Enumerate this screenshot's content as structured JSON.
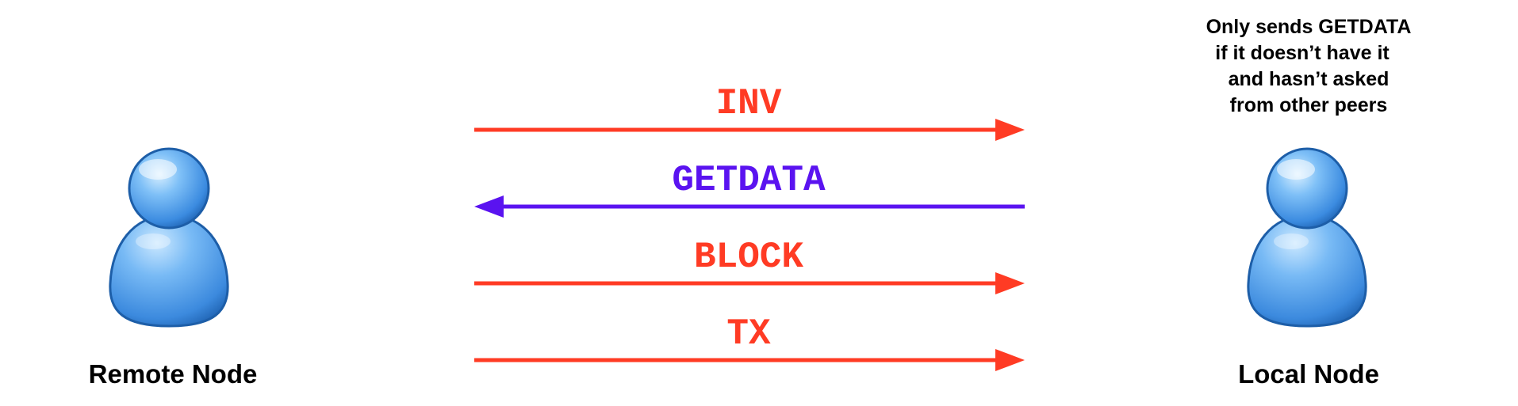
{
  "nodes": {
    "remote": {
      "label": "Remote Node",
      "icon": "user-icon"
    },
    "local": {
      "label": "Local Node",
      "icon": "user-icon"
    }
  },
  "note_lines": [
    "Only sends GETDATA",
    "if it doesn’t have it",
    "and hasn’t asked",
    "from other peers"
  ],
  "messages": [
    {
      "label": "INV",
      "direction": "to-local",
      "color": "#ff3b24"
    },
    {
      "label": "GETDATA",
      "direction": "to-remote",
      "color": "#5a13f0"
    },
    {
      "label": "BLOCK",
      "direction": "to-local",
      "color": "#ff3b24"
    },
    {
      "label": "TX",
      "direction": "to-local",
      "color": "#ff3b24"
    }
  ],
  "colors": {
    "person_light": "#a9d8ff",
    "person_mid": "#4f9fe8",
    "person_dark": "#1c5fae",
    "text": "#000000"
  }
}
